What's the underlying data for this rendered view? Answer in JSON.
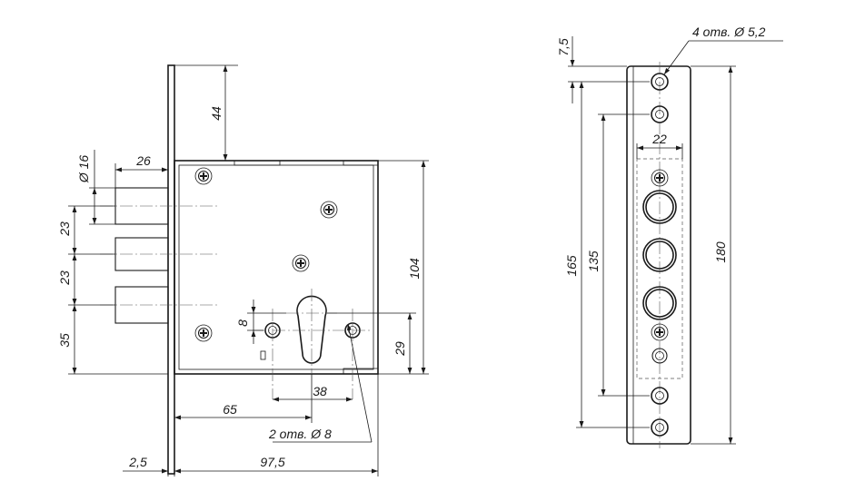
{
  "lock_body": {
    "dimensions": {
      "top_offset": "44",
      "bolt_length": "26",
      "bolt_diameter": "Ø 16",
      "bolt_pitch_1": "23",
      "bolt_pitch_2": "23",
      "bottom_bolt_offset": "35",
      "body_height": "104",
      "keyhole_offset": "8",
      "cylinder_height": "29",
      "cylinder_spacing": "38",
      "backset": "65",
      "holes_note": "2 отв. Ø 8",
      "faceplate_thickness": "2,5",
      "total_depth": "97,5"
    }
  },
  "faceplate": {
    "dimensions": {
      "top_hole_offset": "7,5",
      "holes_note": "4 отв. Ø 5,2",
      "width": "22",
      "inner_hole_spacing": "135",
      "outer_hole_spacing": "165",
      "total_length": "180"
    }
  }
}
